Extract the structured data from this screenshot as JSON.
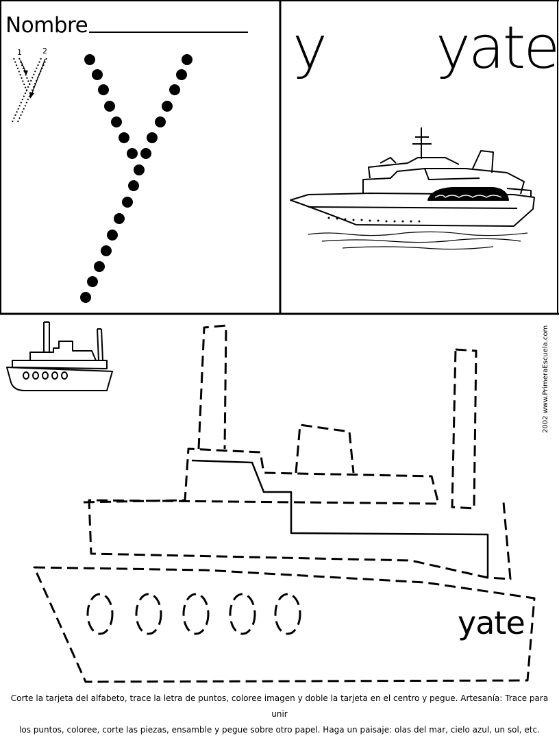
{
  "card": {
    "name_label": "Nombre",
    "stroke_numbers": [
      "1",
      "2"
    ],
    "letter": "y",
    "word": "yate"
  },
  "craft": {
    "word": "yate"
  },
  "copyright": "2002 www.PrimeraEscuela.com",
  "instructions": {
    "line1": "Corte la tarjeta del alfabeto, trace la letra de puntos, coloree imagen y doble la tarjeta en el centro y pegue.  Artesanía:  Trace para unir",
    "line2": "los puntos, coloree, corte las piezas, ensamble y pegue sobre otro papel.  Haga un paisaje: olas del mar, cielo azul, un sol, etc."
  },
  "icons": [
    "yacht-drawing",
    "small-ship-icon",
    "ship-tracing-outline",
    "dotted-letter-y",
    "stroke-order-guide"
  ]
}
